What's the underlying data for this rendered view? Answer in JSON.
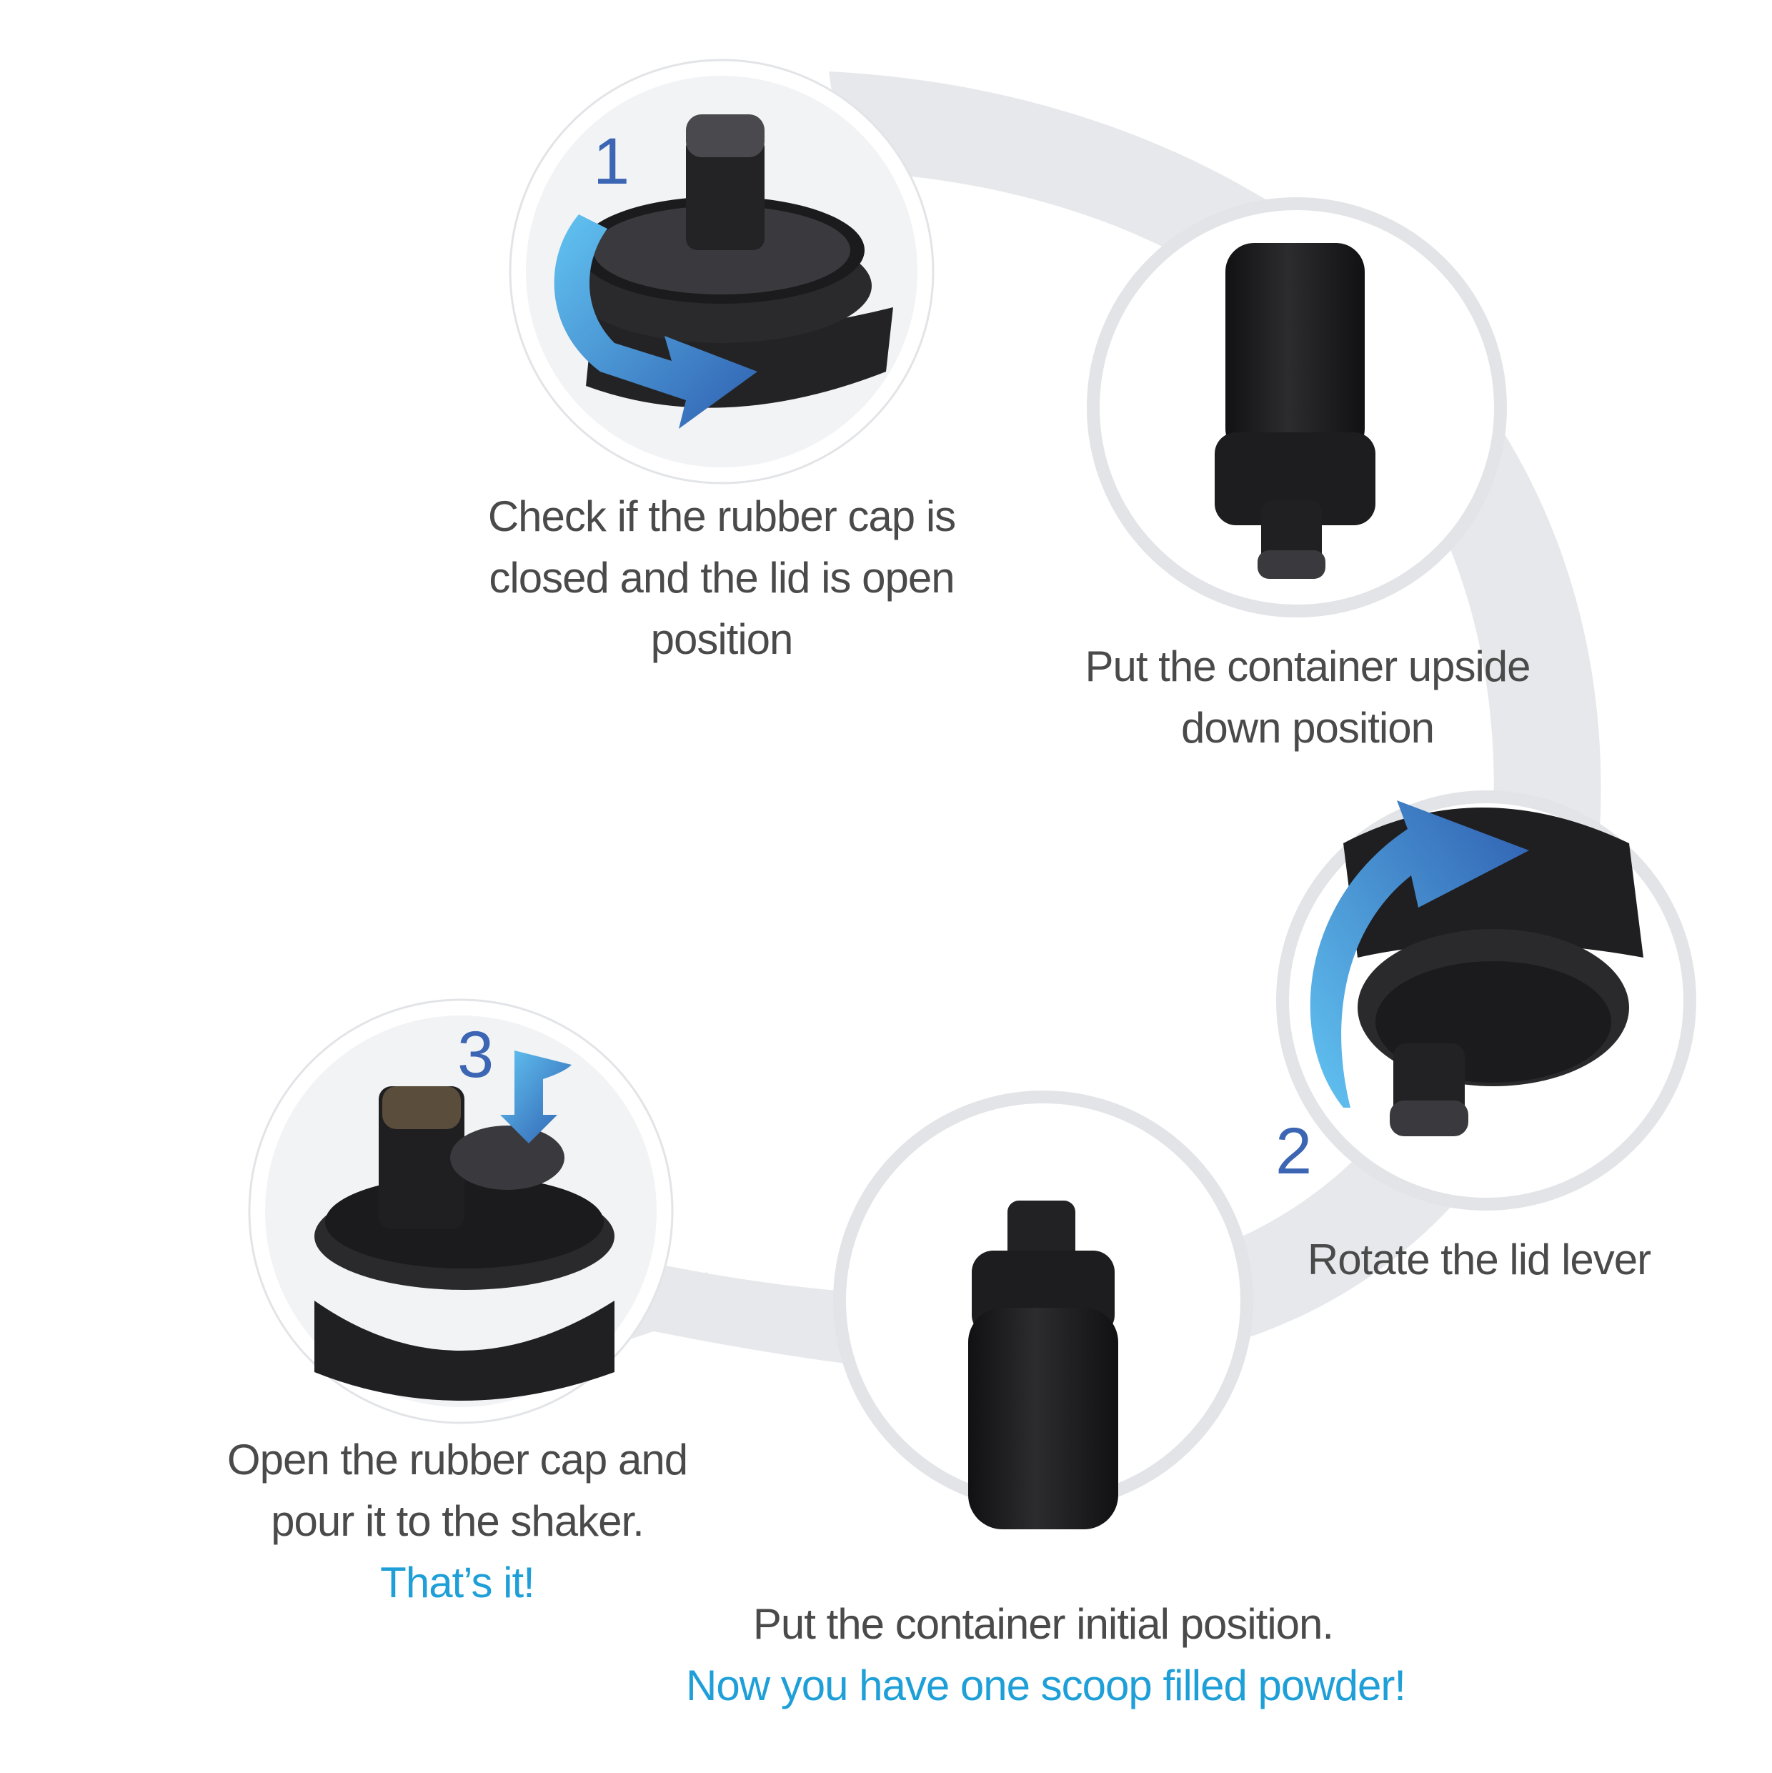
{
  "colors": {
    "ring": "#e6e8eb",
    "circle_fill": "#f2f3f5",
    "circle_stroke": "#e2e4e7",
    "caption_text": "#4a4a4a",
    "accent_text": "#1e9fd8",
    "step_number": "#3c66b4",
    "arrow_light": "#62c4f2",
    "arrow_dark": "#2f5fb0",
    "product_dark": "#1c1c1e"
  },
  "steps": [
    {
      "number": "1",
      "caption_lines": [
        "Check if the rubber cap is",
        "closed and the lid is open",
        "position"
      ],
      "image": "container-lid-top-view"
    },
    {
      "number": "",
      "caption_lines": [
        "Put the container upside",
        "down position"
      ],
      "image": "container-upside-down"
    },
    {
      "number": "2",
      "caption_lines": [
        "Rotate the lid lever"
      ],
      "image": "container-lid-rotate"
    },
    {
      "number": "",
      "caption_lines": [
        "Put the container initial position."
      ],
      "caption_accent": "Now you have one scoop filled powder!",
      "image": "container-upright"
    },
    {
      "number": "3",
      "caption_lines": [
        "Open the rubber cap and",
        "pour it to the shaker."
      ],
      "caption_accent": "That’s it!",
      "image": "container-cap-open"
    }
  ]
}
